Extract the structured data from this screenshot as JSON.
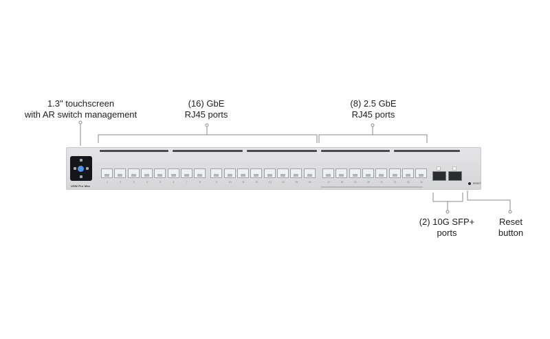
{
  "labels": {
    "touchscreen": [
      "1.3\" touchscreen",
      "with AR switch management"
    ],
    "gbe": [
      "(16) GbE",
      "RJ45 ports"
    ],
    "gbe25": [
      "(8) 2.5 GbE",
      "RJ45 ports"
    ],
    "sfp": [
      "(2) 10G SFP+",
      "ports"
    ],
    "reset": [
      "Reset",
      "button"
    ]
  },
  "device": {
    "brand": "USW Pro Max",
    "reset_text": "RESET",
    "port_count_gbe": 16,
    "port_count_25gbe": 8,
    "sfp_count": 2
  },
  "colors": {
    "chassis": "#dcdcde",
    "line": "#8a8a8a",
    "accent_blue": "#4f93e8"
  }
}
